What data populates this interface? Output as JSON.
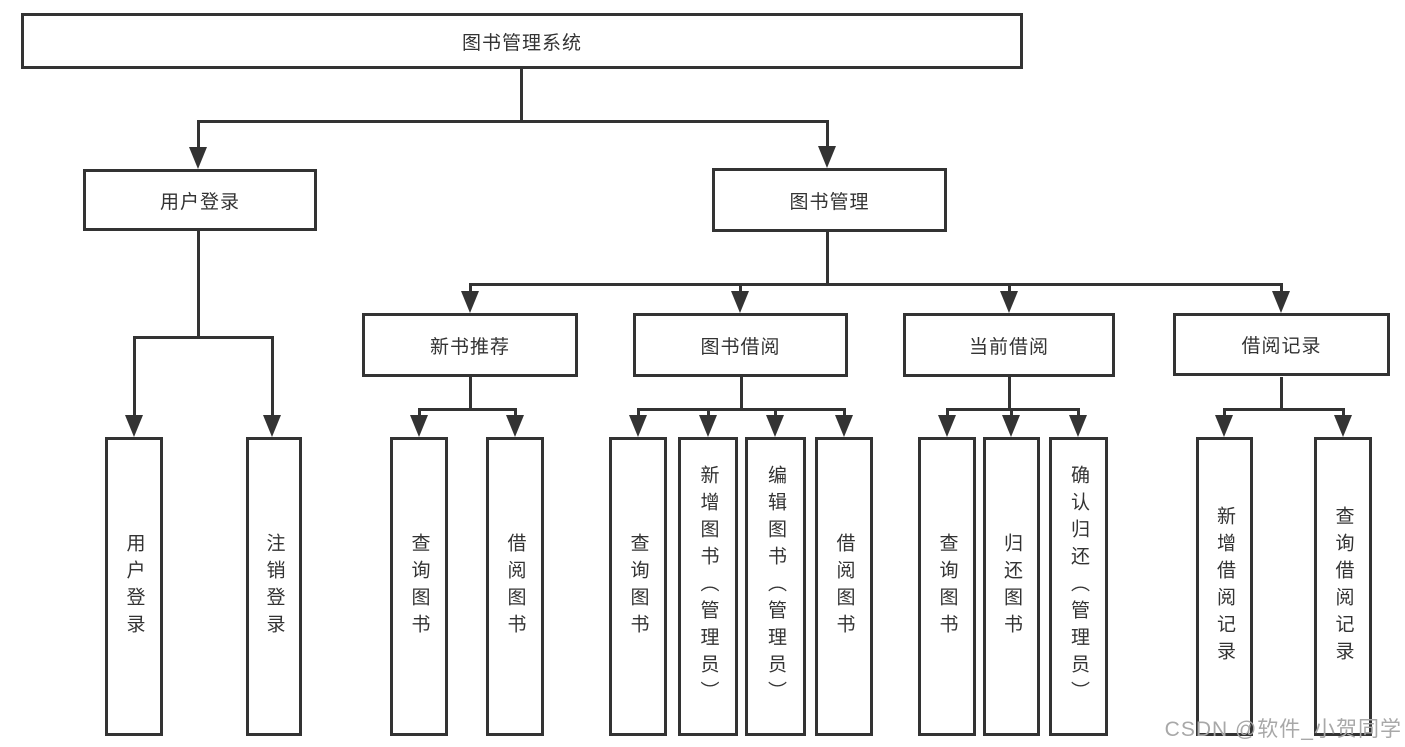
{
  "diagram": {
    "title_node": {
      "label": "图书管理系统"
    },
    "level2": [
      {
        "label": "用户登录"
      },
      {
        "label": "图书管理"
      }
    ],
    "level3": [
      {
        "label": "新书推荐"
      },
      {
        "label": "图书借阅"
      },
      {
        "label": "当前借阅"
      },
      {
        "label": "借阅记录"
      }
    ],
    "leaves": {
      "user_login": [
        "用户登录",
        "注销登录"
      ],
      "new_book": [
        "查询图书",
        "借阅图书"
      ],
      "book_borrow": [
        "查询图书",
        "新增图书（管理员）",
        "编辑图书（管理员）",
        "借阅图书"
      ],
      "current_borrow": [
        "查询图书",
        "归还图书",
        "确认归还（管理员）"
      ],
      "borrow_records": [
        "新增借阅记录",
        "查询借阅记录"
      ]
    },
    "colors": {
      "line": "#333333",
      "box_border": "#333333",
      "text": "#333333",
      "background": "#ffffff",
      "watermark": "#a8a8a8"
    }
  },
  "watermark": {
    "text": "CSDN @软件_小贺同学"
  }
}
